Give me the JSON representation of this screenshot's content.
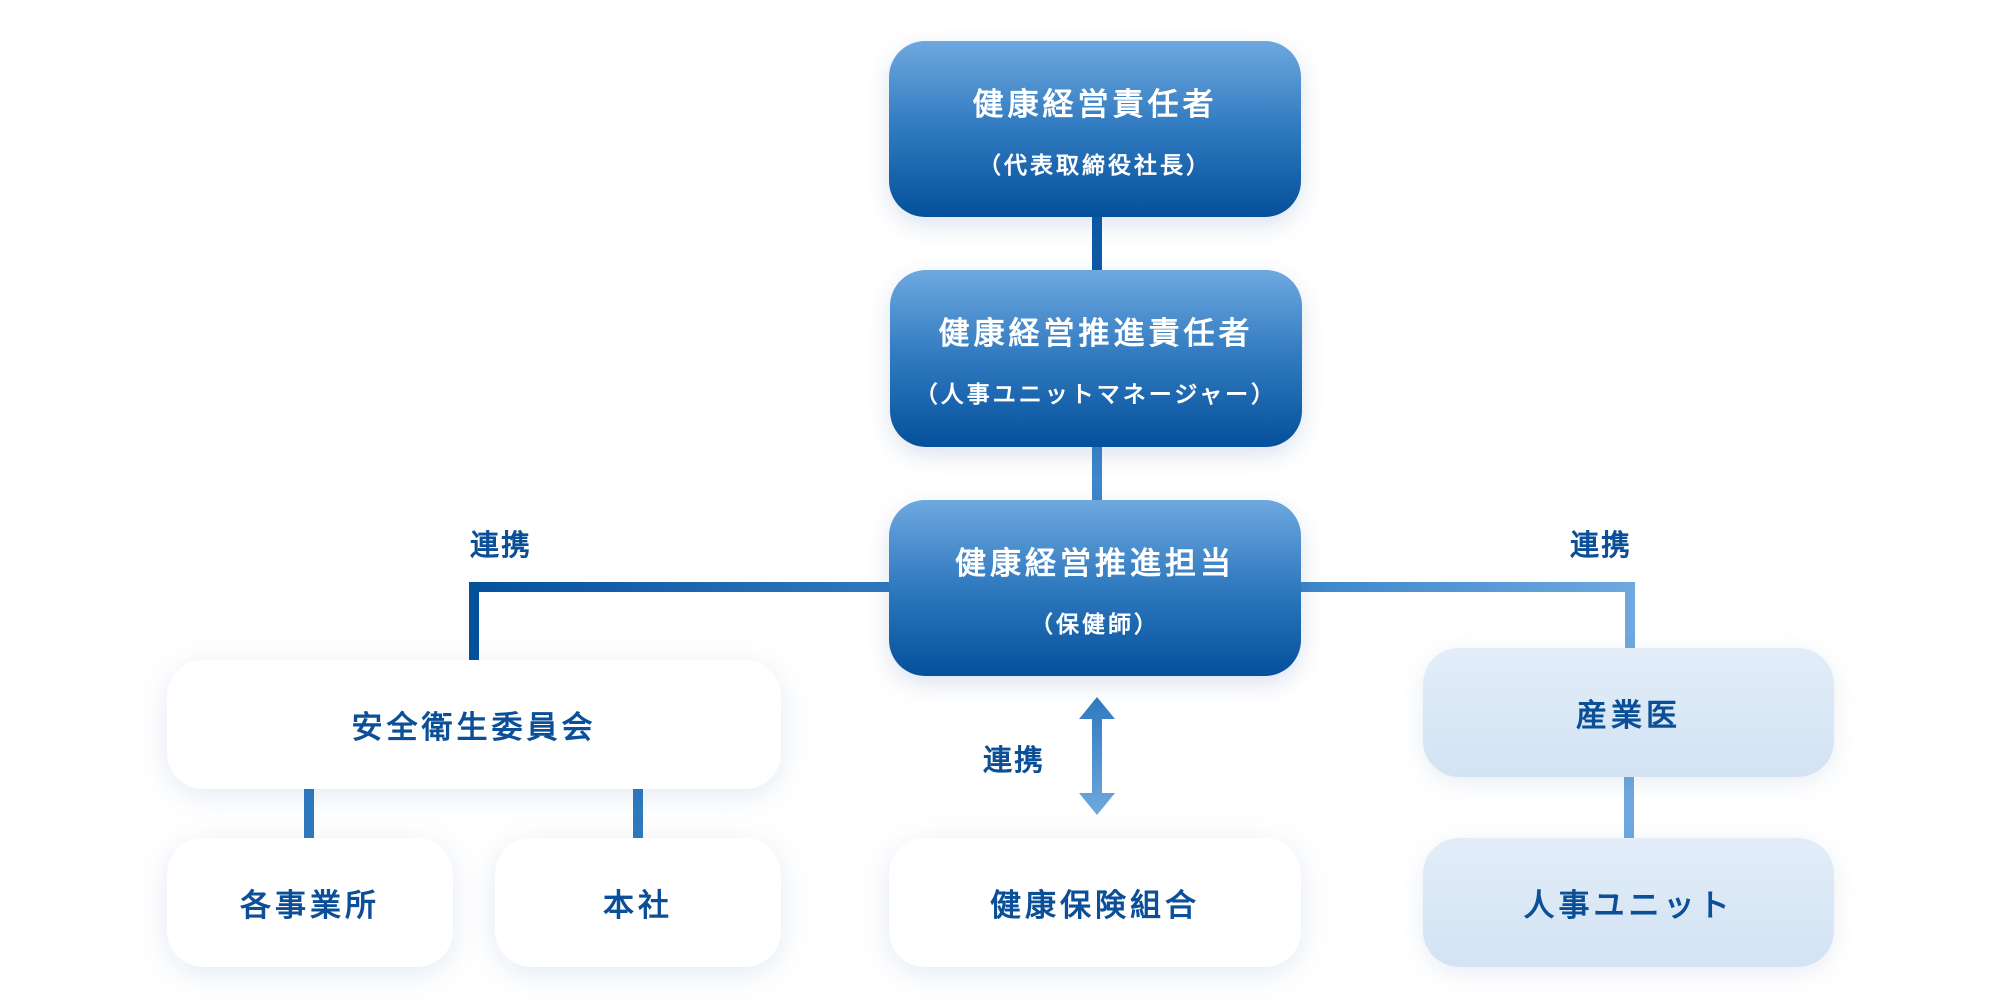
{
  "nodes": {
    "ceo": {
      "title": "健康経営責任者",
      "sub": "（代表取締役社長）"
    },
    "promoter": {
      "title": "健康経営推進責任者",
      "sub": "（人事ユニットマネージャー）"
    },
    "staff": {
      "title": "健康経営推進担当",
      "sub": "（保健師）"
    },
    "committee": {
      "title": "安全衛生委員会"
    },
    "offices": {
      "title": "各事業所"
    },
    "hq": {
      "title": "本社"
    },
    "insurance": {
      "title": "健康保険組合"
    },
    "doctor": {
      "title": "産業医"
    },
    "hr": {
      "title": "人事ユニット"
    }
  },
  "links": {
    "left": "連携",
    "right": "連携",
    "bottom": "連携"
  },
  "colors": {
    "dark": "#05509b",
    "light": "#6ea8df",
    "text": "#0b4f98"
  }
}
